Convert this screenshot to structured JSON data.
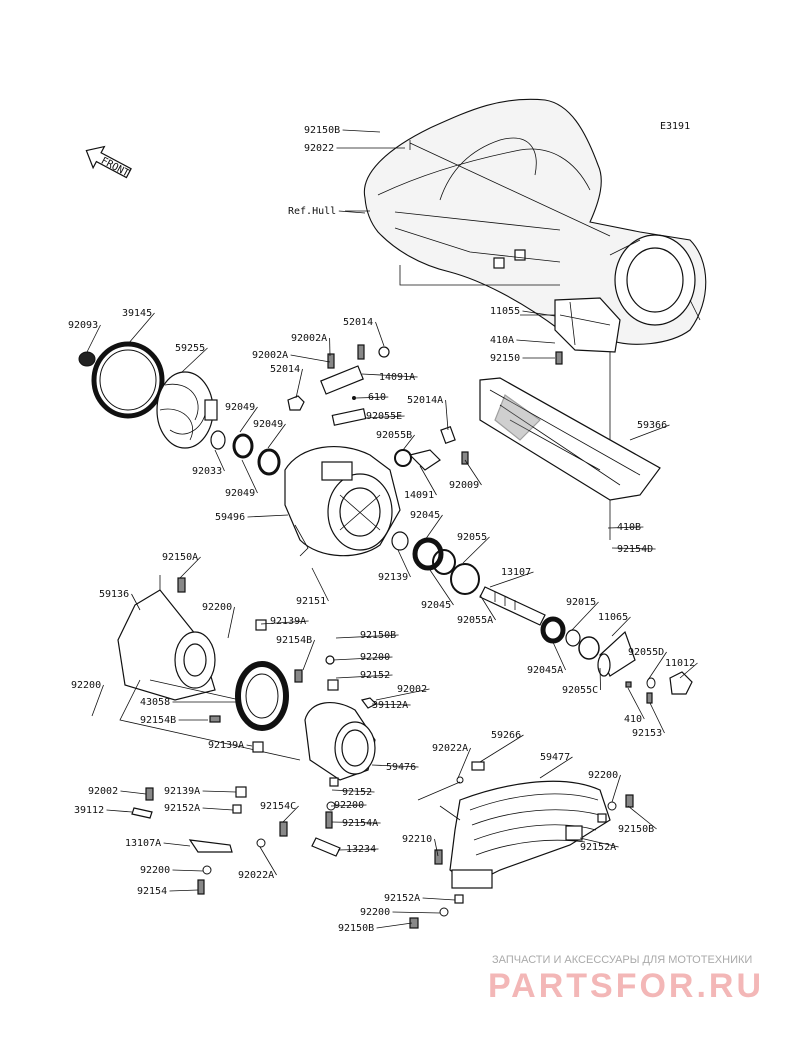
{
  "diagram_code": "E3191",
  "front_label": "FRONT",
  "callouts": [
    {
      "id": "c1",
      "text": "92150B"
    },
    {
      "id": "c2",
      "text": "92022"
    },
    {
      "id": "c3",
      "text": "Ref.Hull"
    },
    {
      "id": "c4",
      "text": "11055"
    },
    {
      "id": "c5",
      "text": "410A"
    },
    {
      "id": "c6",
      "text": "92150"
    },
    {
      "id": "c7",
      "text": "92093"
    },
    {
      "id": "c8",
      "text": "39145"
    },
    {
      "id": "c9",
      "text": "59255"
    },
    {
      "id": "c10",
      "text": "92002A"
    },
    {
      "id": "c11",
      "text": "52014"
    },
    {
      "id": "c12",
      "text": "92002A"
    },
    {
      "id": "c13",
      "text": "52014"
    },
    {
      "id": "c14",
      "text": "14091A"
    },
    {
      "id": "c15",
      "text": "610"
    },
    {
      "id": "c16",
      "text": "92055E"
    },
    {
      "id": "c17",
      "text": "52014A"
    },
    {
      "id": "c18",
      "text": "92049"
    },
    {
      "id": "c19",
      "text": "92049"
    },
    {
      "id": "c20",
      "text": "92033"
    },
    {
      "id": "c21",
      "text": "92049"
    },
    {
      "id": "c22",
      "text": "92055B"
    },
    {
      "id": "c23",
      "text": "14091"
    },
    {
      "id": "c24",
      "text": "92009"
    },
    {
      "id": "c25",
      "text": "59366"
    },
    {
      "id": "c26",
      "text": "59496"
    },
    {
      "id": "c27",
      "text": "92045"
    },
    {
      "id": "c28",
      "text": "92055"
    },
    {
      "id": "c29",
      "text": "410B"
    },
    {
      "id": "c30",
      "text": "92154D"
    },
    {
      "id": "c31",
      "text": "92150A"
    },
    {
      "id": "c32",
      "text": "92139"
    },
    {
      "id": "c33",
      "text": "13107"
    },
    {
      "id": "c34",
      "text": "59136"
    },
    {
      "id": "c35",
      "text": "92151"
    },
    {
      "id": "c36",
      "text": "92045"
    },
    {
      "id": "c37",
      "text": "92055A"
    },
    {
      "id": "c38",
      "text": "92200"
    },
    {
      "id": "c39",
      "text": "92139A"
    },
    {
      "id": "c40",
      "text": "92015"
    },
    {
      "id": "c41",
      "text": "11065"
    },
    {
      "id": "c42",
      "text": "92154B"
    },
    {
      "id": "c43",
      "text": "92150B"
    },
    {
      "id": "c44",
      "text": "92200"
    },
    {
      "id": "c45",
      "text": "92045A"
    },
    {
      "id": "c46",
      "text": "92055D"
    },
    {
      "id": "c47",
      "text": "92200"
    },
    {
      "id": "c48",
      "text": "92152"
    },
    {
      "id": "c49",
      "text": "11012"
    },
    {
      "id": "c50",
      "text": "43058"
    },
    {
      "id": "c51",
      "text": "92002"
    },
    {
      "id": "c52",
      "text": "92055C"
    },
    {
      "id": "c53",
      "text": "39112A"
    },
    {
      "id": "c54",
      "text": "410"
    },
    {
      "id": "c55",
      "text": "92154B"
    },
    {
      "id": "c56",
      "text": "92153"
    },
    {
      "id": "c57",
      "text": "92139A"
    },
    {
      "id": "c58",
      "text": "59266"
    },
    {
      "id": "c59",
      "text": "92022A"
    },
    {
      "id": "c60",
      "text": "59477"
    },
    {
      "id": "c61",
      "text": "59476"
    },
    {
      "id": "c62",
      "text": "92002"
    },
    {
      "id": "c63",
      "text": "92139A"
    },
    {
      "id": "c64",
      "text": "92152"
    },
    {
      "id": "c65",
      "text": "92200"
    },
    {
      "id": "c66",
      "text": "39112"
    },
    {
      "id": "c67",
      "text": "92152A"
    },
    {
      "id": "c68",
      "text": "92154C"
    },
    {
      "id": "c69",
      "text": "92200"
    },
    {
      "id": "c70",
      "text": "92150B"
    },
    {
      "id": "c71",
      "text": "92154A"
    },
    {
      "id": "c72",
      "text": "13107A"
    },
    {
      "id": "c73",
      "text": "92210"
    },
    {
      "id": "c74",
      "text": "92152A"
    },
    {
      "id": "c75",
      "text": "13234"
    },
    {
      "id": "c76",
      "text": "92200"
    },
    {
      "id": "c77",
      "text": "92022A"
    },
    {
      "id": "c78",
      "text": "92154"
    },
    {
      "id": "c79",
      "text": "92152A"
    },
    {
      "id": "c80",
      "text": "92200"
    },
    {
      "id": "c81",
      "text": "92150B"
    }
  ],
  "watermark": {
    "tagline": "ЗАПЧАСТИ И АКСЕССУАРЫ ДЛЯ МОТОТЕХНИКИ",
    "brand": "PARTSFOR.RU"
  }
}
